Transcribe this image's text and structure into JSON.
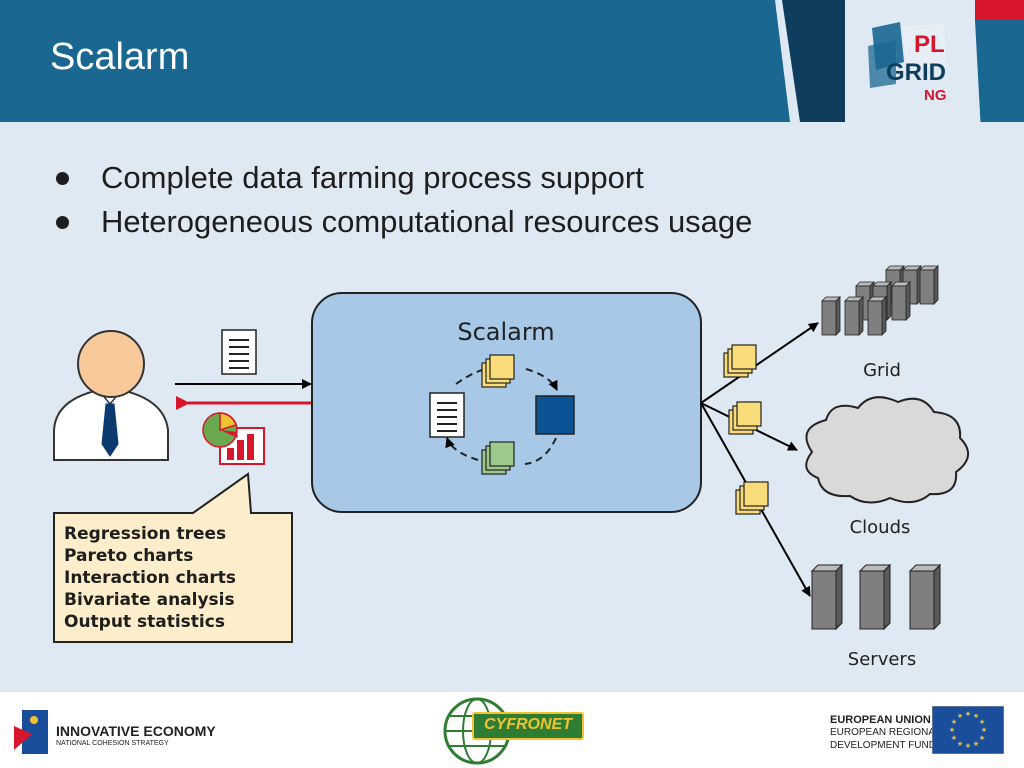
{
  "slide": {
    "title": "Scalarm",
    "bullets": [
      "Complete data farming process support",
      "Heterogeneous computational resources usage"
    ]
  },
  "logo": {
    "line1": "PL",
    "line2": "GRID",
    "line3": "NG"
  },
  "diagram": {
    "center_label": "Scalarm",
    "targets": {
      "grid": "Grid",
      "clouds": "Clouds",
      "servers": "Servers"
    },
    "analysis_methods": [
      "Regression trees",
      "Pareto charts",
      "Interaction charts",
      "Bivariate analysis",
      "Output statistics"
    ]
  },
  "footer": {
    "innovative_economy": "INNOVATIVE ECONOMY",
    "cohesion_strategy": "NATIONAL COHESION STRATEGY",
    "cyfronet": "CYFRONET",
    "eu_line1": "EUROPEAN UNION",
    "eu_line2": "EUROPEAN REGIONAL",
    "eu_line3": "DEVELOPMENT FUND"
  },
  "colors": {
    "header": "#1a6792",
    "header_dark": "#0e3d5e",
    "scalarm_box": "#a8c8e8",
    "callout": "#fdeecb",
    "task_yellow": "#fbdc7b",
    "task_green": "#9dc98a",
    "task_blue": "#0b5394",
    "result_arrow": "#d7152b"
  }
}
